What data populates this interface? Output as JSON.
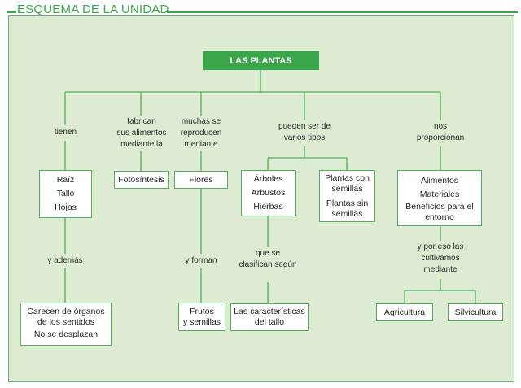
{
  "title": "ESQUEMA DE LA UNIDAD",
  "root": "LAS PLANTAS",
  "labels": {
    "tienen": "tienen",
    "fabrican": [
      "fabrican",
      "sus alimentos",
      "mediante la"
    ],
    "reproducen": [
      "muchas se",
      "reproducen",
      "mediante"
    ],
    "pueden": [
      "pueden ser de",
      "varios tipos"
    ],
    "proporcionan": [
      "nos",
      "proporcionan"
    ],
    "ademas": "y además",
    "forman": "y forman",
    "clasifican": [
      "que se",
      "clasifican según"
    ],
    "cultivamos": [
      "y por eso las",
      "cultivamos",
      "mediante"
    ]
  },
  "boxes": {
    "partes": [
      "Raíz",
      "Tallo",
      "Hojas"
    ],
    "fotosintesis": "Fotosíntesis",
    "flores": "Flores",
    "tipos": [
      "Árboles",
      "Arbustos",
      "Hierbas"
    ],
    "semillas": [
      "Plantas con semillas",
      "Plantas sin semillas"
    ],
    "aportes": [
      "Alimentos",
      "Materiales",
      "Beneficios para el entorno"
    ],
    "carecen": [
      "Carecen de órganos de los sentidos",
      "No se desplazan"
    ],
    "frutos": [
      "Frutos",
      "y semillas"
    ],
    "caracteristicas": [
      "Las características",
      "del tallo"
    ],
    "agricultura": "Agricultura",
    "silvicultura": "Silvicultura"
  },
  "colors": {
    "accent": "#3aa64a",
    "panel": "#ddebd2",
    "line": "#52ad5d"
  }
}
